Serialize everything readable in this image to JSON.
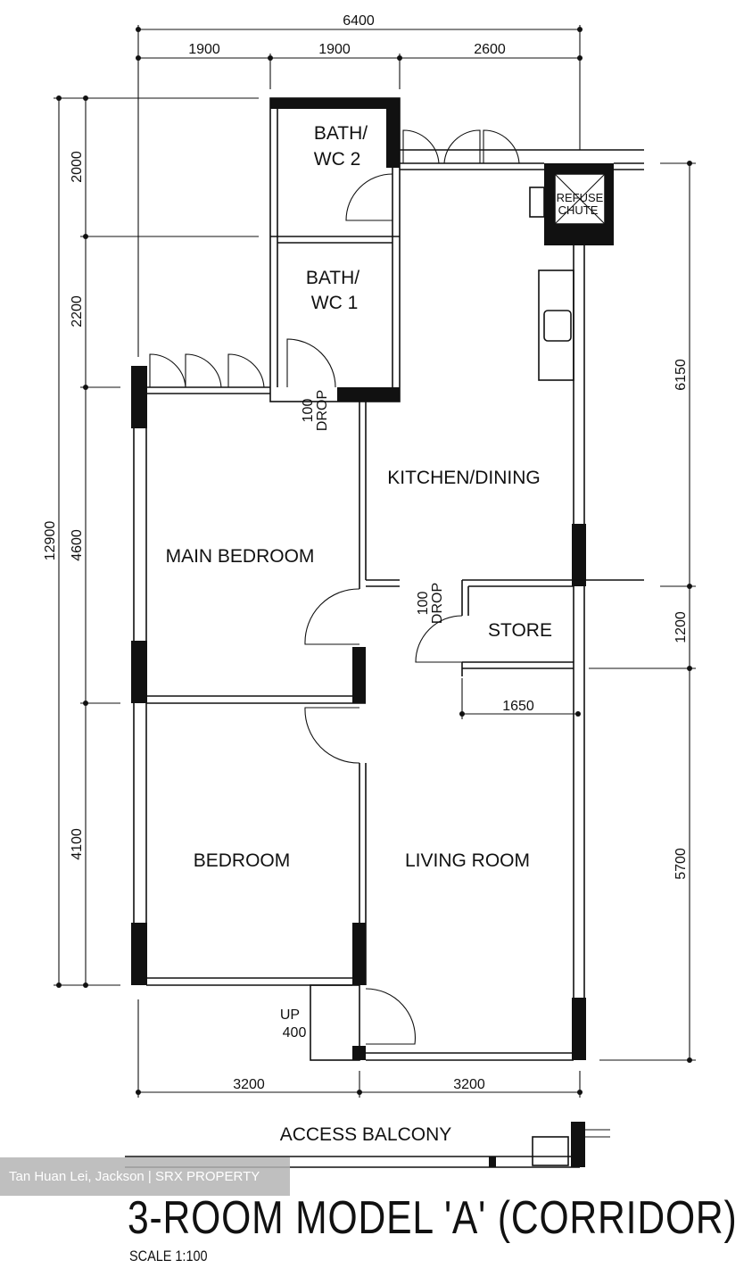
{
  "title": "3-ROOM MODEL 'A' (CORRIDOR)",
  "scale": "SCALE   1:100",
  "watermark": "Tan Huan Lei, Jackson | SRX PROPERTY",
  "rooms": {
    "bath2_line1": "BATH/",
    "bath2_line2": "WC  2",
    "bath1_line1": "BATH/",
    "bath1_line2": "WC  1",
    "kitchen": "KITCHEN/DINING",
    "main_bedroom": "MAIN  BEDROOM",
    "store": "STORE",
    "bedroom": "BEDROOM",
    "living": "LIVING  ROOM",
    "refuse_line1": "REFUSE",
    "refuse_line2": "CHUTE",
    "access_balcony": "ACCESS  BALCONY"
  },
  "notes": {
    "drop1_a": "100",
    "drop1_b": "DROP",
    "drop2_a": "100",
    "drop2_b": "DROP",
    "up_a": "UP",
    "up_b": "400"
  },
  "dimensions": {
    "top_total": "6400",
    "top_1": "1900",
    "top_2": "1900",
    "top_3": "2600",
    "left_total": "12900",
    "left_1": "2000",
    "left_2": "2200",
    "left_3": "4600",
    "left_4": "4100",
    "right_1": "6150",
    "right_2": "1200",
    "right_3": "5700",
    "bottom_1": "3200",
    "bottom_2": "3200",
    "store_width": "1650"
  }
}
